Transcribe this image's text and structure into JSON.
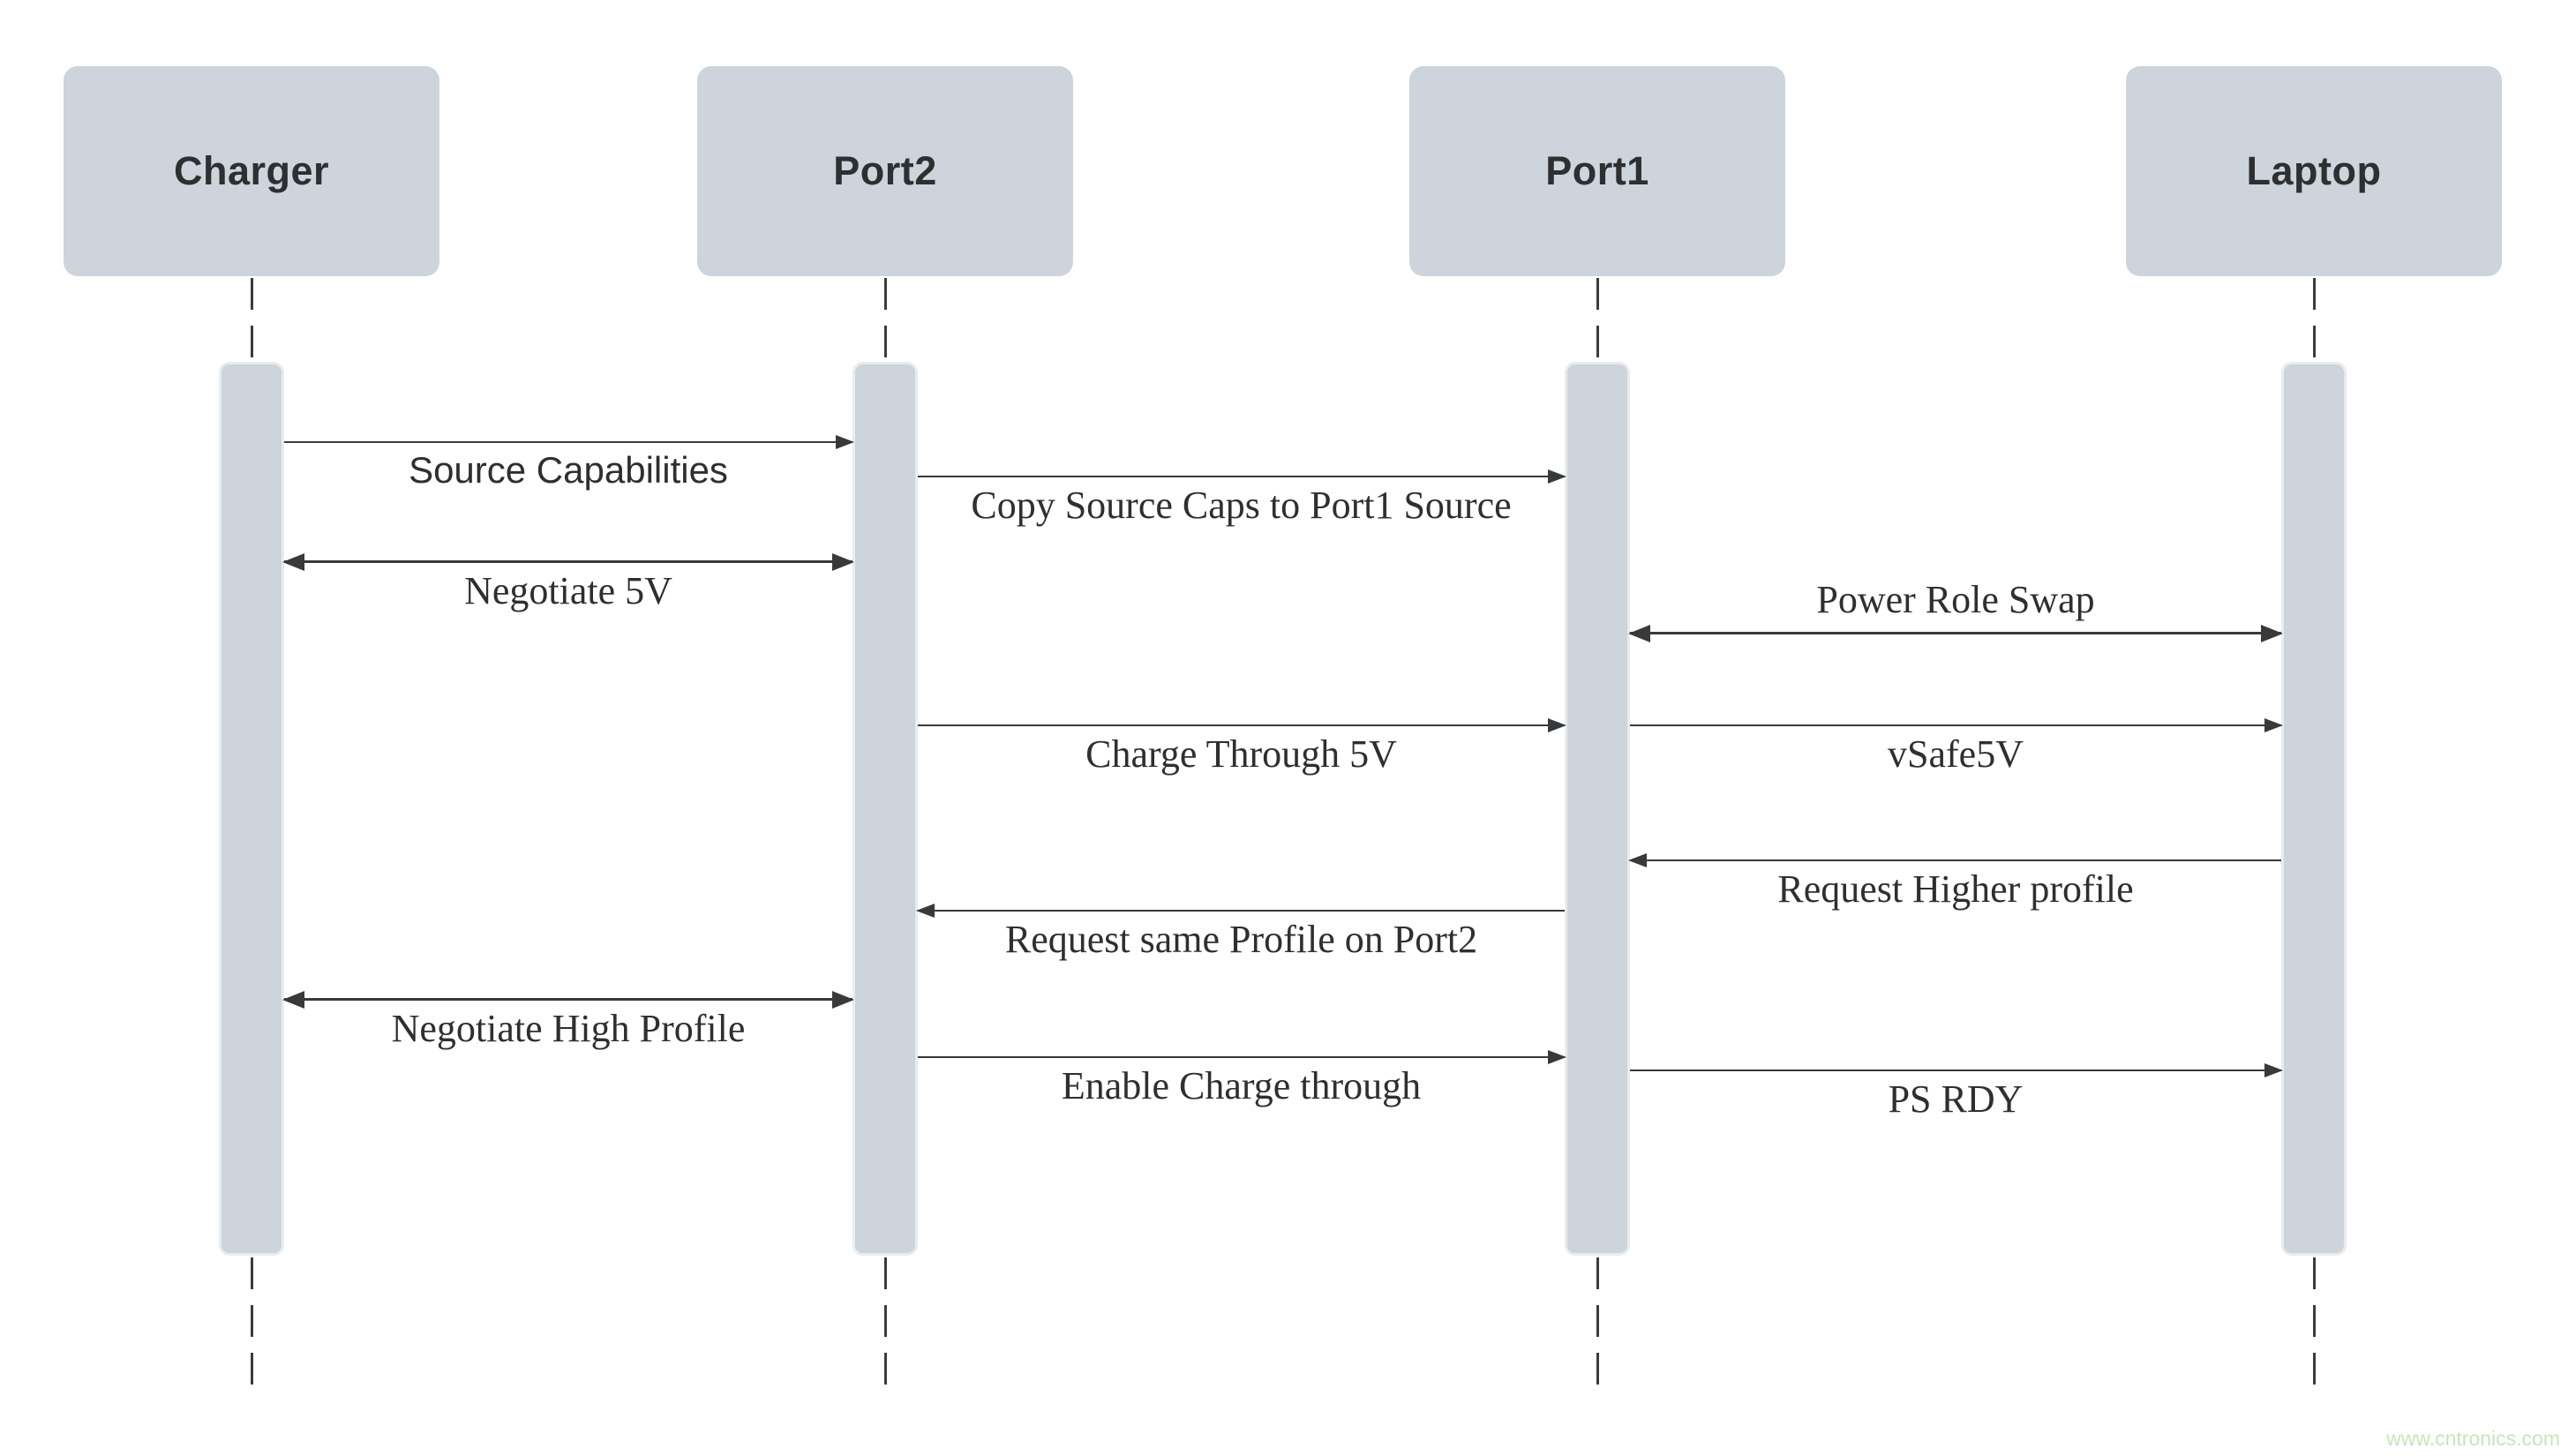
{
  "diagram": {
    "type": "sequence-diagram",
    "watermark": "www.cntronics.com",
    "colors": {
      "background": "#ffffff",
      "actor_fill": "#cdd4db",
      "activation_fill": "#cdd4db",
      "activation_border": "#e9ecef",
      "line": "#38393b",
      "text": "#2e2f31",
      "watermark": "#c8e5ba"
    }
  },
  "actors": [
    {
      "id": "charger",
      "label": "Charger"
    },
    {
      "id": "port2",
      "label": "Port2"
    },
    {
      "id": "port1",
      "label": "Port1"
    },
    {
      "id": "laptop",
      "label": "Laptop"
    }
  ],
  "messages": [
    {
      "label": "Source Capabilities",
      "from": "Charger",
      "to": "Port2",
      "arrow": "single",
      "direction": "right"
    },
    {
      "label": "Copy Source Caps to Port1 Source",
      "from": "Port2",
      "to": "Port1",
      "arrow": "single",
      "direction": "right"
    },
    {
      "label": "Negotiate 5V",
      "from": "Charger",
      "to": "Port2",
      "arrow": "double",
      "direction": "both"
    },
    {
      "label": "Power Role Swap",
      "from": "Port1",
      "to": "Laptop",
      "arrow": "double",
      "direction": "both"
    },
    {
      "label": "Charge Through 5V",
      "from": "Port2",
      "to": "Port1",
      "arrow": "single",
      "direction": "right"
    },
    {
      "label": "vSafe5V",
      "from": "Port1",
      "to": "Laptop",
      "arrow": "single",
      "direction": "right"
    },
    {
      "label": "Request Higher profile",
      "from": "Laptop",
      "to": "Port1",
      "arrow": "single",
      "direction": "left"
    },
    {
      "label": "Request same Profile on Port2",
      "from": "Port1",
      "to": "Port2",
      "arrow": "single",
      "direction": "left"
    },
    {
      "label": "Negotiate High Profile",
      "from": "Charger",
      "to": "Port2",
      "arrow": "double",
      "direction": "both"
    },
    {
      "label": "Enable Charge through",
      "from": "Port2",
      "to": "Port1",
      "arrow": "single",
      "direction": "right"
    },
    {
      "label": "PS RDY",
      "from": "Port1",
      "to": "Laptop",
      "arrow": "single",
      "direction": "right"
    }
  ]
}
